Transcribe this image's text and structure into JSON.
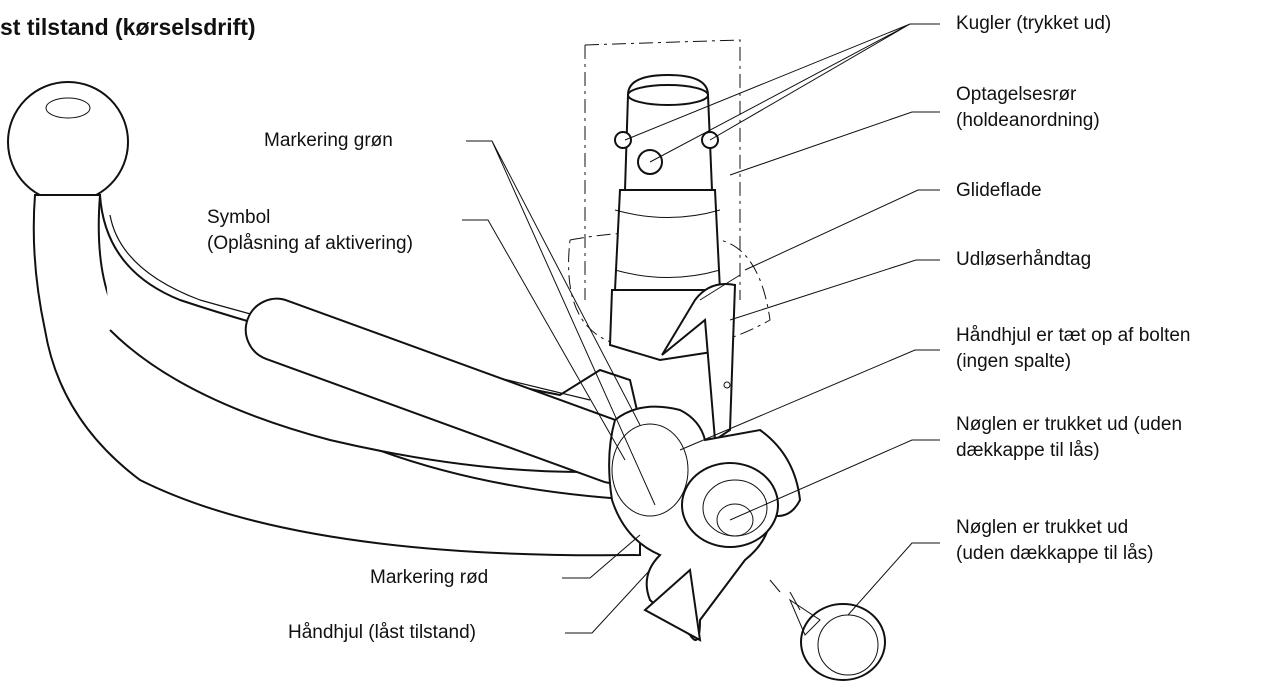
{
  "title": "st tilstand (kørselsdrift)",
  "labels": {
    "kugler": [
      "Kugler (trykket ud)"
    ],
    "optagelsesror": [
      "Optagelsesrør",
      "(holdeanordning)"
    ],
    "glideflade": [
      "Glideflade"
    ],
    "udloeserhaandtag": [
      "Udløserhåndtag"
    ],
    "haandhjul_taet": [
      "Håndhjul er tæt op af bolten",
      "(ingen spalte)"
    ],
    "noeglen1": [
      "Nøglen er trukket ud (uden",
      "dækkappe til lås)"
    ],
    "noeglen2": [
      "Nøglen er trukket ud",
      "(uden dækkappe til lås)"
    ],
    "markering_groen": [
      "Markering grøn"
    ],
    "symbol": [
      "Symbol",
      "(Oplåsning af aktivering)"
    ],
    "markering_roed": [
      "Markering rød"
    ],
    "haandhjul_laast": [
      "Håndhjul (låst tilstand)"
    ]
  }
}
